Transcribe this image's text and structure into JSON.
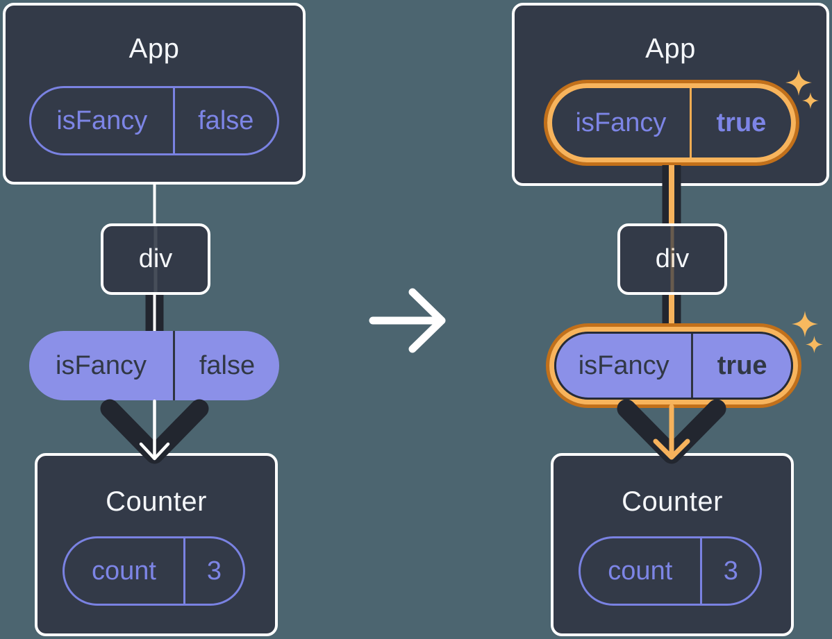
{
  "diagram": {
    "before": {
      "app": {
        "title": "App",
        "state_key": "isFancy",
        "state_value": "false"
      },
      "div_label": "div",
      "prop_key": "isFancy",
      "prop_value": "false",
      "counter": {
        "title": "Counter",
        "state_key": "count",
        "state_value": "3"
      }
    },
    "after": {
      "app": {
        "title": "App",
        "state_key": "isFancy",
        "state_value": "true"
      },
      "div_label": "div",
      "prop_key": "isFancy",
      "prop_value": "true",
      "counter": {
        "title": "Counter",
        "state_key": "count",
        "state_value": "3"
      }
    }
  },
  "icons": {
    "transition_arrow": "right-arrow",
    "sparkles": "sparkle"
  },
  "colors": {
    "background": "#4C6570",
    "card_background": "#333A48",
    "card_border": "#FFFFFF",
    "title_text": "#F5F7FA",
    "purple_outline": "#7A82E2",
    "purple_text": "#7D85E6",
    "purple_fill": "#8B90E8",
    "dark_text": "#313845",
    "arrow_dark": "#22262F",
    "white_flow": "#FFFFFF",
    "orange_flow": "#F6B25C",
    "highlight_ring_dark": "#C2701A",
    "highlight_ring_light": "#F8B45C",
    "sparkle": "#F7B95F"
  }
}
